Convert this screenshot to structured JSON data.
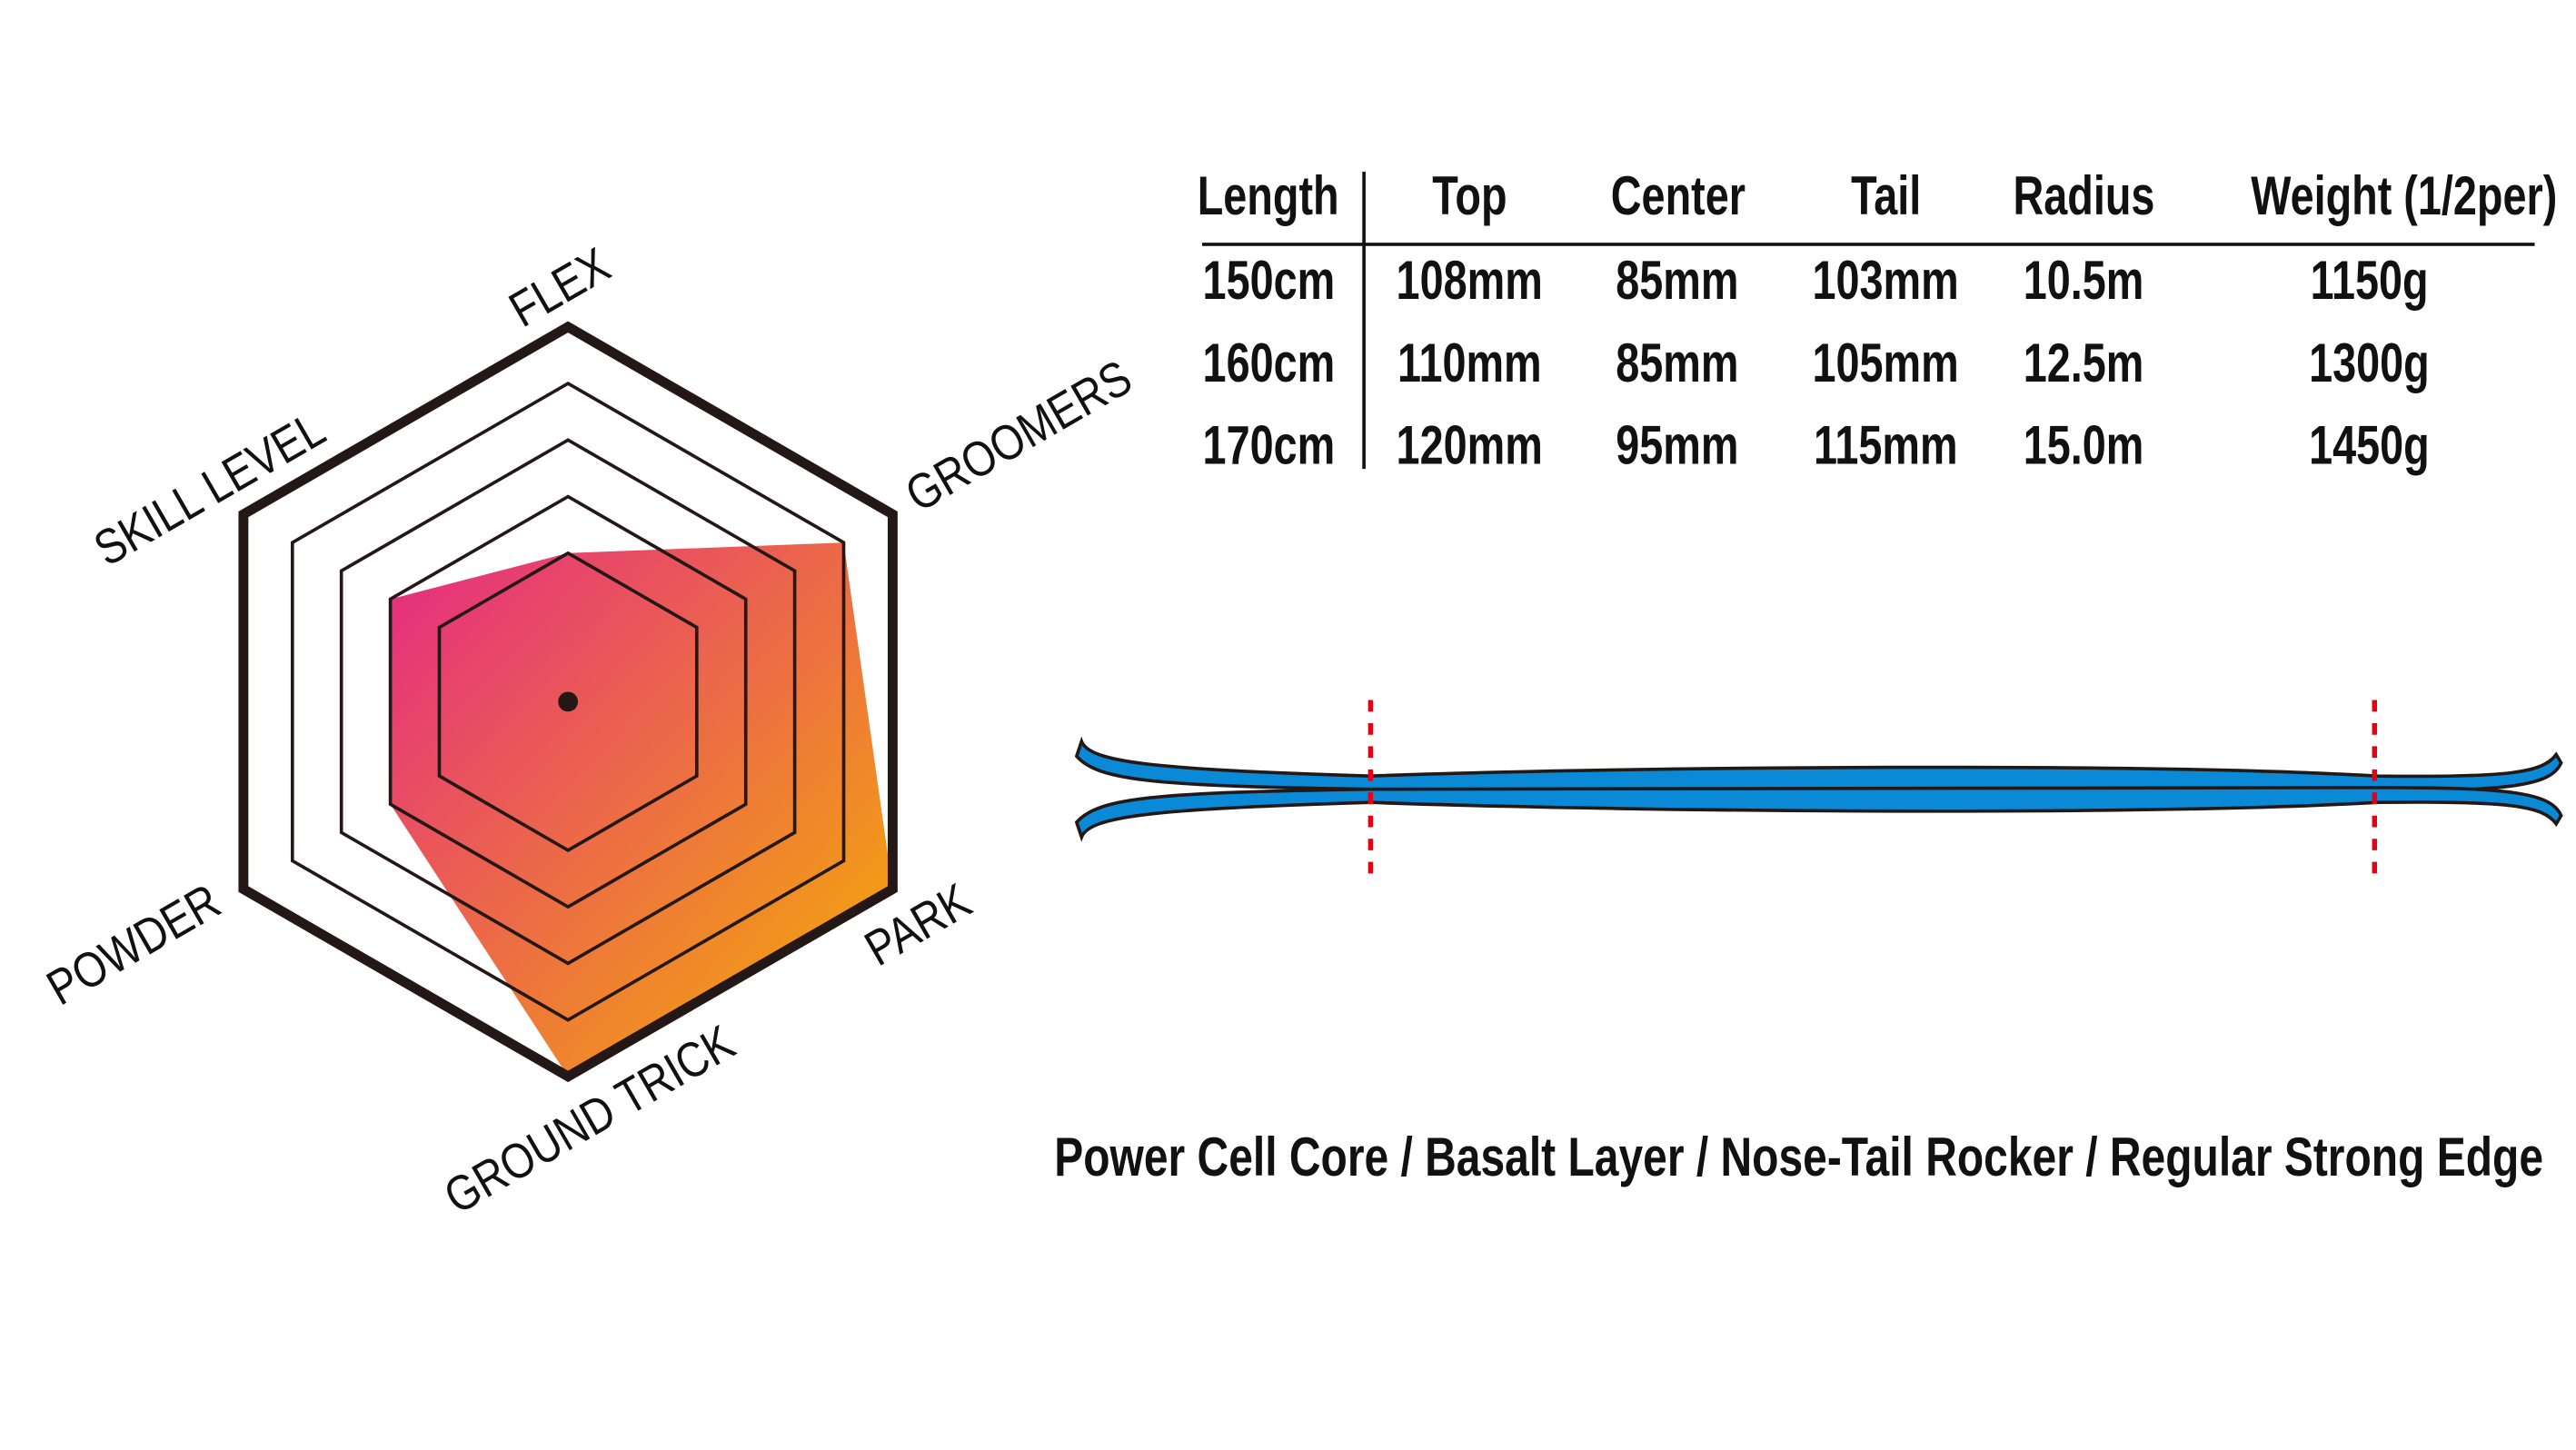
{
  "chart_data": {
    "type": "radar",
    "axes": [
      "FLEX",
      "GROOMERS",
      "PARK",
      "GROUND TRICK",
      "POWDER",
      "SKILL LEVEL"
    ],
    "values": [
      1,
      4,
      5,
      5,
      2,
      2
    ],
    "levels": 5,
    "range": [
      1,
      5
    ],
    "gradient": [
      "#e42a85",
      "#f5b300"
    ]
  },
  "specs": {
    "headers": [
      "Length",
      "Top",
      "Center",
      "Tail",
      "Radius",
      "Weight (1/2per)"
    ],
    "rows": [
      [
        "150cm",
        "108mm",
        "85mm",
        "103mm",
        "10.5m",
        "1150g"
      ],
      [
        "160cm",
        "110mm",
        "85mm",
        "105mm",
        "12.5m",
        "1300g"
      ],
      [
        "170cm",
        "120mm",
        "95mm",
        "115mm",
        "15.0m",
        "1450g"
      ]
    ]
  },
  "caption": "Power Cell Core / Basalt Layer / Nose-Tail Rocker / Regular Strong Edge",
  "colors": {
    "ski": "#0a8ad6",
    "marker": "#e60012",
    "outline": "#231815"
  }
}
